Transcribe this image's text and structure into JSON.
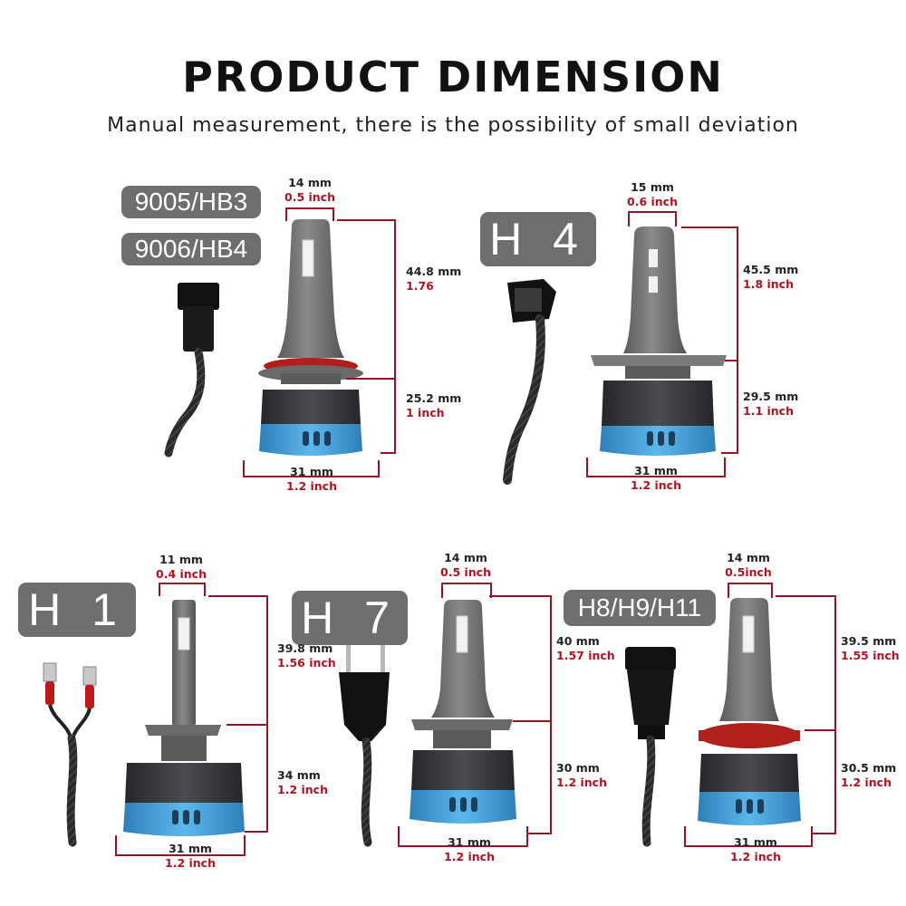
{
  "header": {
    "title": "PRODUCT DIMENSION",
    "subtitle": "Manual measurement, there is the possibility of small deviation"
  },
  "colors": {
    "dimension_line": "#8f1622",
    "inch_text": "#b3121f",
    "badge_bg": "#6e6e6e",
    "bulb_body": "#6d6d6f",
    "fan_base": "#3f9bd6",
    "heatsink": "#2e2f33"
  },
  "products": [
    {
      "badges": [
        "9005/HB3",
        "9006/HB4"
      ],
      "top_width": {
        "mm": "14 mm",
        "inch": "0.5 inch"
      },
      "upper_height": {
        "mm": "44.8 mm",
        "inch": "1.76"
      },
      "lower_height": {
        "mm": "25.2 mm",
        "inch": "1 inch"
      },
      "base_width": {
        "mm": "31 mm",
        "inch": "1.2 inch"
      }
    },
    {
      "badges": [
        "H 4"
      ],
      "top_width": {
        "mm": "15 mm",
        "inch": "0.6 inch"
      },
      "upper_height": {
        "mm": "45.5 mm",
        "inch": "1.8 inch"
      },
      "lower_height": {
        "mm": "29.5 mm",
        "inch": "1.1 inch"
      },
      "base_width": {
        "mm": "31 mm",
        "inch": "1.2 inch"
      }
    },
    {
      "badges": [
        "H 1"
      ],
      "top_width": {
        "mm": "11 mm",
        "inch": "0.4 inch"
      },
      "upper_height": {
        "mm": "39.8 mm",
        "inch": "1.56 inch"
      },
      "lower_height": {
        "mm": "34 mm",
        "inch": "1.2 inch"
      },
      "base_width": {
        "mm": "31 mm",
        "inch": "1.2 inch"
      }
    },
    {
      "badges": [
        "H 7"
      ],
      "top_width": {
        "mm": "14 mm",
        "inch": "0.5 inch"
      },
      "upper_height": {
        "mm": "40 mm",
        "inch": "1.57 inch"
      },
      "lower_height": {
        "mm": "30 mm",
        "inch": "1.2 inch"
      },
      "base_width": {
        "mm": "31 mm",
        "inch": "1.2 inch"
      }
    },
    {
      "badges": [
        "H8/H9/H11"
      ],
      "top_width": {
        "mm": "14 mm",
        "inch": "0.5inch"
      },
      "upper_height": {
        "mm": "39.5 mm",
        "inch": "1.55 inch"
      },
      "lower_height": {
        "mm": "30.5 mm",
        "inch": "1.2 inch"
      },
      "base_width": {
        "mm": "31 mm",
        "inch": "1.2 inch"
      }
    }
  ]
}
